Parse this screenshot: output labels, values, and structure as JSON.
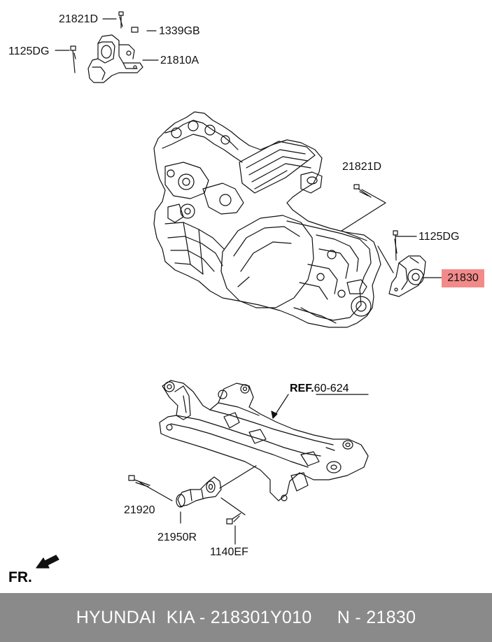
{
  "top_mount": {
    "labels": {
      "bolt_top": "21821D",
      "nut": "1339GB",
      "bolt_left": "1125DG",
      "mount": "21810A"
    }
  },
  "engine": {
    "labels": {
      "bolt": "21821D",
      "bolt_small": "1125DG",
      "highlighted_part": "21830"
    }
  },
  "subframe": {
    "ref_prefix": "REF.",
    "ref_number": "60-624",
    "labels": {
      "bolt": "21920",
      "roll_rod": "21950R",
      "bolt_small": "1140EF"
    }
  },
  "direction": "FR.",
  "footer": {
    "text": "HYUNDAI  KIA - 218301Y010     N - 21830"
  },
  "colors": {
    "highlight": "#f38a8a",
    "footer_bg": "#8a8a8a",
    "line": "#111111"
  }
}
